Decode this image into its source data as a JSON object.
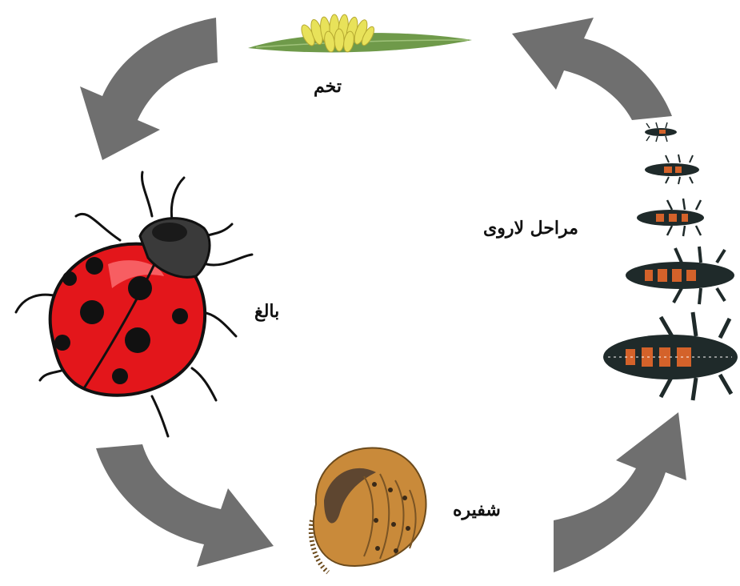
{
  "diagram": {
    "stages": [
      {
        "id": "egg",
        "label": "تخم"
      },
      {
        "id": "larva",
        "label": "مراحل لاروی"
      },
      {
        "id": "pupa",
        "label": "شفیره"
      },
      {
        "id": "adult",
        "label": "بالغ"
      }
    ],
    "colors": {
      "arrow": "#6f6f6f",
      "adult_body": "#e3161b",
      "spots": "#111111",
      "larva_body": "#1f2a2a",
      "larva_markings": "#d4622a",
      "pupa_body": "#c98a3a",
      "egg_color": "#e8e25a",
      "leaf_color": "#6f9a4a"
    },
    "icons": [
      "egg-leaf-icon",
      "larva-icon",
      "pupa-icon",
      "ladybug-icon",
      "cycle-arrow-icon"
    ]
  }
}
